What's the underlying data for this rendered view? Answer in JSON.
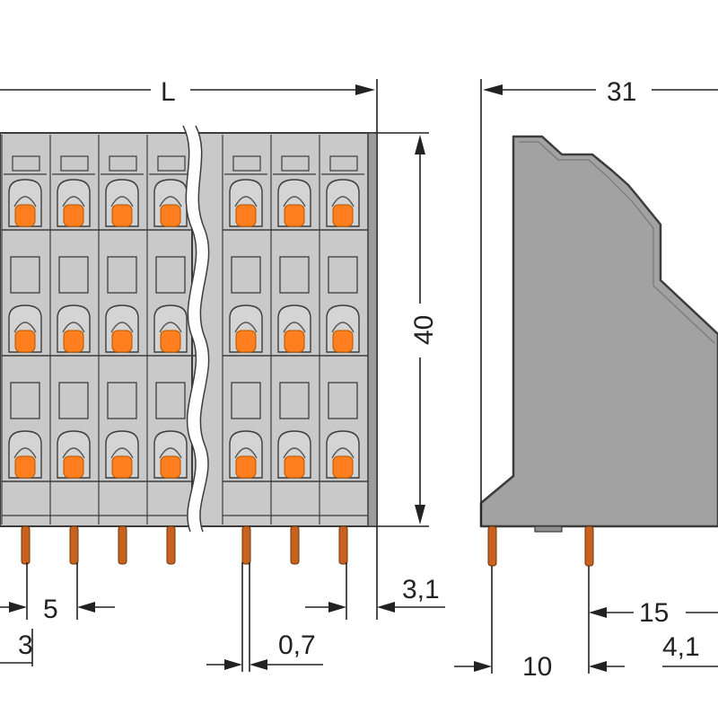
{
  "diagram": {
    "colors": {
      "housing": "#c9c9c9",
      "housing_dark": "#a7a7a7",
      "outline": "#3c3c3c",
      "side_body": "#9f9f9f",
      "actuator": "#ff7f1e",
      "pin": "#c8621c",
      "line": "#222222"
    },
    "dimensions": {
      "length": "L",
      "height": "40",
      "depth": "31",
      "pitch": "5",
      "pin_offset": "3",
      "end_offset": "3,1",
      "pin_width": "0,7",
      "pin_row_pitch": "15",
      "pin_first_offset": "10",
      "pin_edge_offset": "4,1"
    }
  }
}
